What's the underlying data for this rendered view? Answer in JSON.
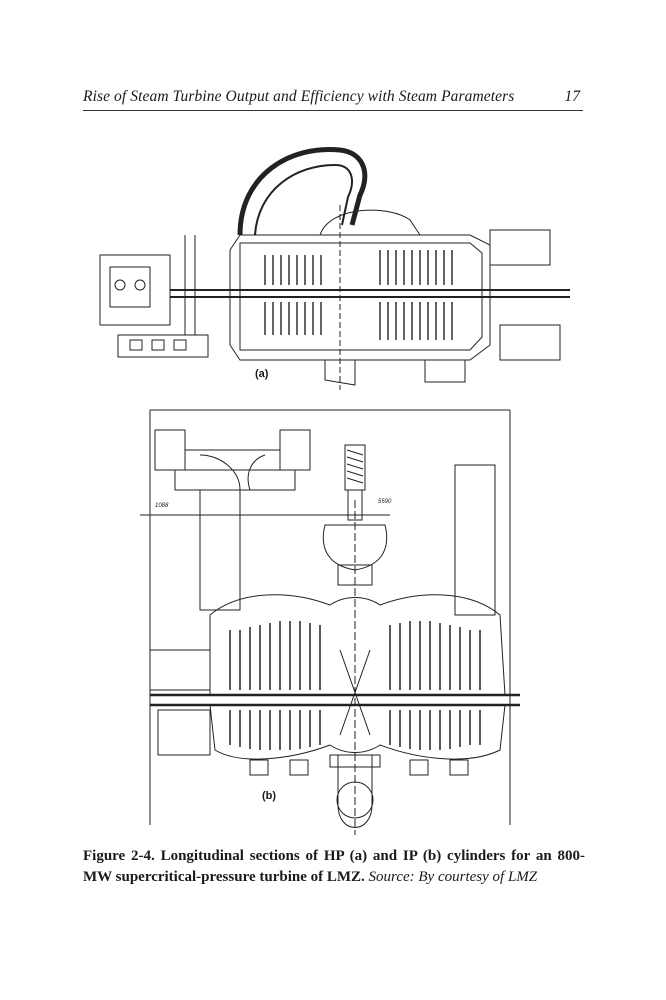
{
  "header": {
    "running_title": "Rise of Steam Turbine Output and Efficiency with Steam Parameters",
    "page_number": "17"
  },
  "figure": {
    "panel_a_label": "(a)",
    "panel_b_label": "(b)",
    "dimension_left": "1088",
    "dimension_right": "5590"
  },
  "caption": {
    "title": "Figure 2-4. Longitudinal sections of HP (a) and IP (b) cylinders for an 800-MW supercritical-pressure turbine of LMZ.",
    "source": "Source: By courtesy of LMZ"
  }
}
